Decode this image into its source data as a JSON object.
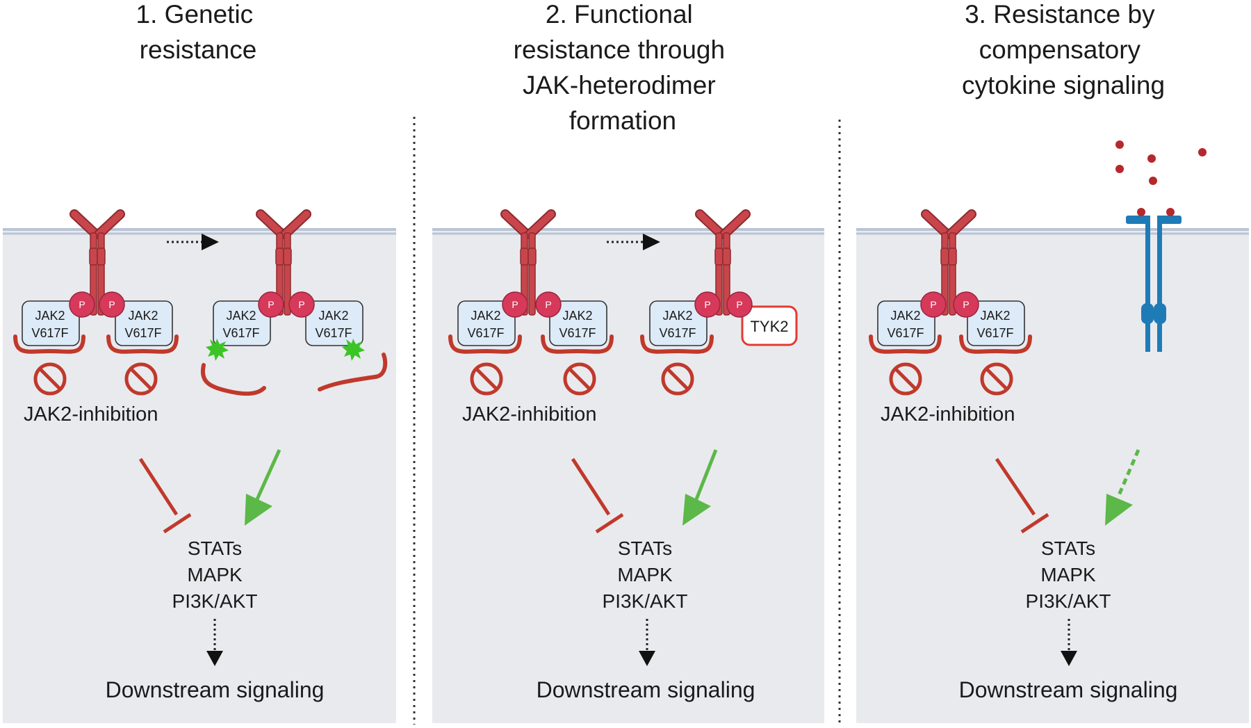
{
  "panels": [
    {
      "title_lines": [
        "1. Genetic",
        "resistance"
      ],
      "jak_label": [
        "JAK2",
        "V617F"
      ],
      "phospho": "P",
      "inhibition_label": "JAK2-inhibition",
      "pathways": [
        "STATs",
        "MAPK",
        "PI3K/AKT"
      ],
      "downstream": "Downstream signaling"
    },
    {
      "title_lines": [
        "2. Functional",
        "resistance through",
        "JAK-heterodimer",
        "formation"
      ],
      "jak_label": [
        "JAK2",
        "V617F"
      ],
      "tyk_label": "TYK2",
      "phospho": "P",
      "inhibition_label": "JAK2-inhibition",
      "pathways": [
        "STATs",
        "MAPK",
        "PI3K/AKT"
      ],
      "downstream": "Downstream signaling"
    },
    {
      "title_lines": [
        "3. Resistance by",
        "compensatory",
        "cytokine signaling"
      ],
      "jak_label": [
        "JAK2",
        "V617F"
      ],
      "phospho": "P",
      "inhibition_label": "JAK2-inhibition",
      "pathways": [
        "STATs",
        "MAPK",
        "PI3K/AKT"
      ],
      "downstream": "Downstream signaling"
    }
  ],
  "colors": {
    "receptor": "#c8464b",
    "receptor_dark": "#8e2a2f",
    "phospho": "#d6395a",
    "inhibit": "#c0392b",
    "activate": "#5cb848",
    "mutation": "#3cc427",
    "cytokine_receptor": "#1f7bb6",
    "cytokine": "#b5282c",
    "cell": "#e9eaee",
    "membrane": "#b9c4d4",
    "jak_box": "#ddeaf7"
  },
  "icons": [
    "receptor-icon",
    "phospho-icon",
    "no-entry-icon",
    "mutation-star-icon",
    "cytokine-receptor-icon",
    "cytokine-dot-icon",
    "arrow-icon",
    "inhibition-arrow-icon"
  ]
}
